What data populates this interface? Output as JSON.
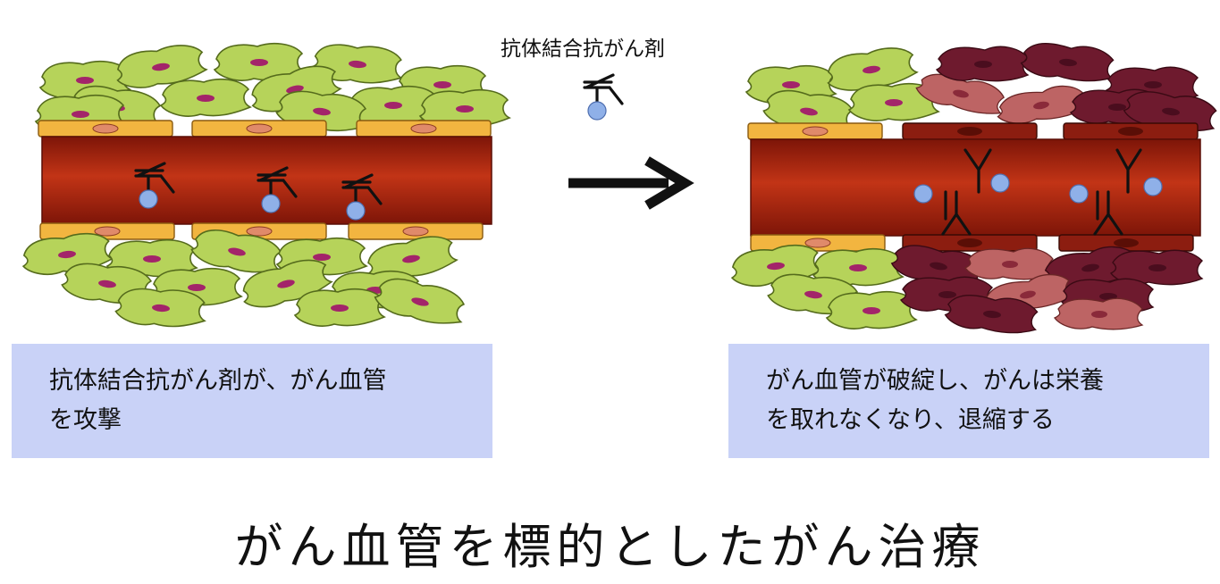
{
  "drug_label": "抗体結合抗がん剤",
  "left_caption": {
    "line1": "抗体結合抗がん剤が、がん血管",
    "line2": "を攻撃"
  },
  "right_caption": {
    "line1": "がん血管が破綻し、がんは栄養",
    "line2": "を取れなくなり、退縮する"
  },
  "title": "がん血管を標的としたがん治療",
  "colors": {
    "healthy_cell": "#b6d35a",
    "cell_nucleus": "#a3246a",
    "damaged_cell_dark": "#6e1a2e",
    "damaged_cell_light": "#c06a6a",
    "vessel_red": "#b72a10",
    "vessel_dark": "#7d1508",
    "endothelial_orange": "#f2b540",
    "endothelial_damaged": "#8c1d10",
    "endothelial_nucleus": "#e08a6a",
    "drug_ball": "#8fb0e8",
    "caption_bg": "#c9d2f7"
  },
  "icons": [
    "antibody-drug-conjugate-icon",
    "arrow-right-icon"
  ]
}
